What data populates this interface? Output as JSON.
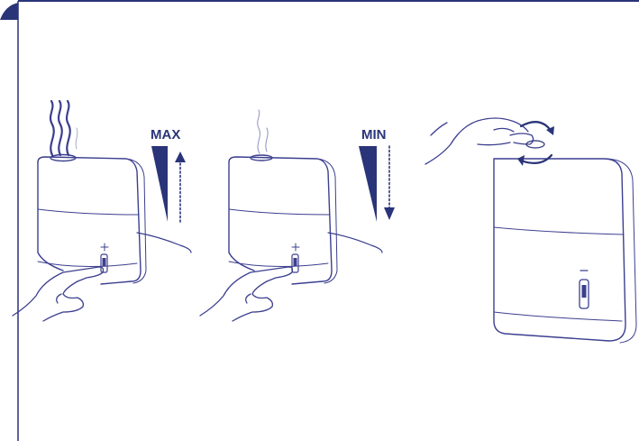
{
  "colors": {
    "line": "#3c3f8f",
    "accent": "#2a3478",
    "light_line": "#a9abc9",
    "frame": "#2a3478"
  },
  "panels": [
    {
      "label": "MAX",
      "direction": "up",
      "steam": "strong",
      "action": "press-switch"
    },
    {
      "label": "MIN",
      "direction": "down",
      "steam": "weak",
      "action": "press-switch"
    },
    {
      "label": "",
      "direction": "",
      "steam": "none",
      "action": "rotate-nozzle"
    }
  ],
  "icons": [
    "steam-icon",
    "hand-icon",
    "rotate-arrows-icon",
    "up-arrow-icon",
    "down-arrow-icon"
  ]
}
